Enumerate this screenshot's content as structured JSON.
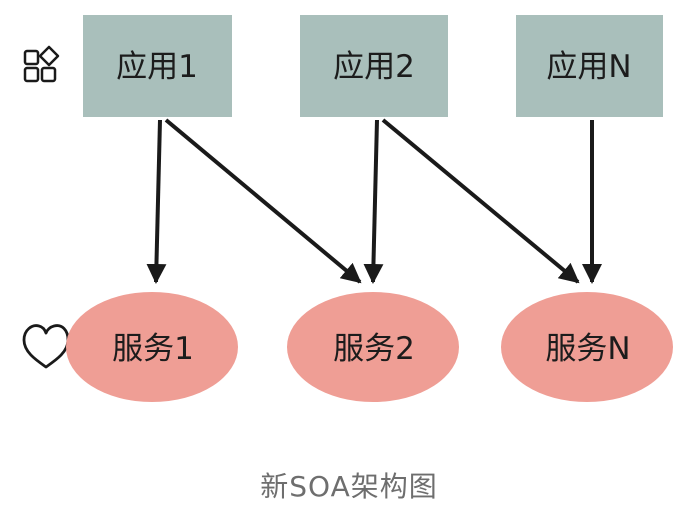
{
  "diagram": {
    "caption": "新SOA架构图",
    "icons": {
      "apps_row": "apps-grid-icon",
      "services_row": "heart-icon"
    },
    "colors": {
      "app_fill": "#a9bfbb",
      "service_fill": "#ef9e95",
      "arrow": "#1a1a1a",
      "caption": "#6e6e6e"
    },
    "applications": [
      {
        "id": "app1",
        "label": "应用1"
      },
      {
        "id": "app2",
        "label": "应用2"
      },
      {
        "id": "appN",
        "label": "应用N"
      }
    ],
    "services": [
      {
        "id": "svc1",
        "label": "服务1"
      },
      {
        "id": "svc2",
        "label": "服务2"
      },
      {
        "id": "svcN",
        "label": "服务N"
      }
    ],
    "connections": [
      {
        "from": "app1",
        "to": "svc1"
      },
      {
        "from": "app1",
        "to": "svc2"
      },
      {
        "from": "app2",
        "to": "svc2"
      },
      {
        "from": "app2",
        "to": "svcN"
      },
      {
        "from": "appN",
        "to": "svcN"
      }
    ]
  }
}
